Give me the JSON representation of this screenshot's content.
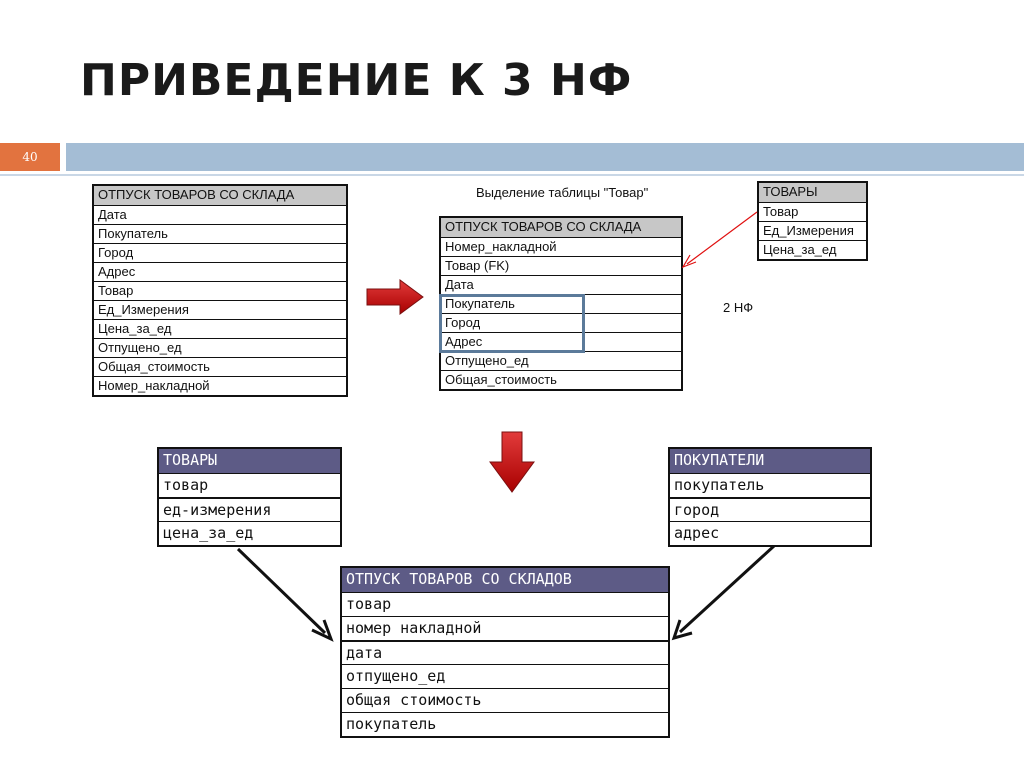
{
  "slide": {
    "title": "ПРИВЕДЕНИЕ К 3 НФ",
    "number": "40"
  },
  "captions": {
    "extract": "Выделение таблицы \"Товар\"",
    "nf2": "2 НФ"
  },
  "tables": {
    "original": {
      "title": "ОТПУСК ТОВАРОВ СО СКЛАДА",
      "rows": [
        "Дата",
        "Покупатель",
        "Город",
        "Адрес",
        "Товар",
        "Ед_Измерения",
        "Цена_за_ед",
        "Отпущено_ед",
        "Общая_стоимость",
        "Номер_накладной"
      ]
    },
    "nf2_main": {
      "title": "ОТПУСК ТОВАРОВ СО СКЛАДА",
      "rows": [
        "Номер_накладной",
        "Товар (FK)",
        "Дата",
        "Покупатель",
        "Город",
        "Адрес",
        "Отпущено_ед",
        "Общая_стоимость"
      ]
    },
    "nf2_goods": {
      "title": "ТОВАРЫ",
      "rows": [
        "Товар",
        "Ед_Измерения",
        "Цена_за_ед"
      ]
    },
    "nf3_goods": {
      "title": "ТОВАРЫ",
      "rows": [
        "товар",
        "ед-измерения",
        "цена_за_ед"
      ]
    },
    "nf3_buyers": {
      "title": "ПОКУПАТЕЛИ",
      "rows": [
        "покупатель",
        "город",
        "адрес"
      ]
    },
    "nf3_main": {
      "title": "ОТПУСК ТОВАРОВ СО СКЛАДОВ",
      "rows": [
        "товар",
        "номер накладной",
        "дата",
        "отпущено_ед",
        "общая стоимость",
        "покупатель"
      ]
    }
  },
  "colors": {
    "accent": "#e2733f",
    "band": "#a4bdd5",
    "header_purple": "#5d5b86",
    "header_gray": "#c7c7c7",
    "arrow_red": "#c00000",
    "highlight": "#5b7a9a"
  }
}
